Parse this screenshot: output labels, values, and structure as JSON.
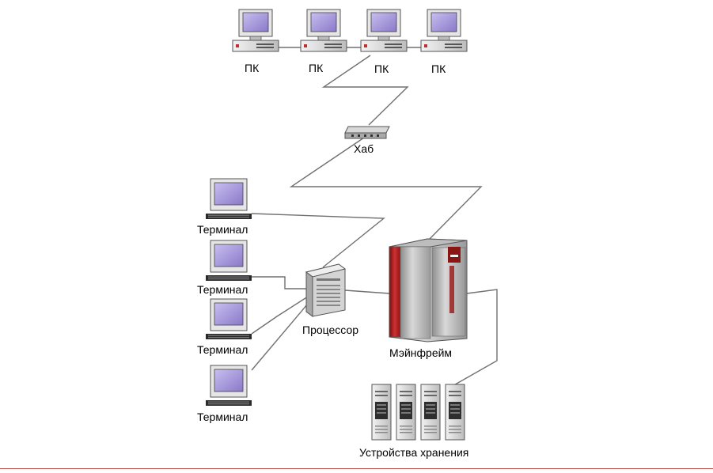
{
  "labels": {
    "pc": [
      "ПК",
      "ПК",
      "ПК",
      "ПК"
    ],
    "hub": "Хаб",
    "terminals": [
      "Терминал",
      "Терминал",
      "Терминал",
      "Терминал"
    ],
    "processor": "Процессор",
    "mainframe": "Мэйнфрейм",
    "storage": "Устройства хранения"
  },
  "colors": {
    "wire": "#707070",
    "bottom_rule": "#c0504d",
    "screen": "#9d8cd4",
    "mainframe_accent": "#b22222"
  },
  "icons": {
    "pc": "desktop-computer-icon",
    "hub": "network-hub-icon",
    "terminal": "terminal-monitor-icon",
    "processor": "processor-server-icon",
    "mainframe": "mainframe-icon",
    "storage": "storage-device-icon"
  }
}
